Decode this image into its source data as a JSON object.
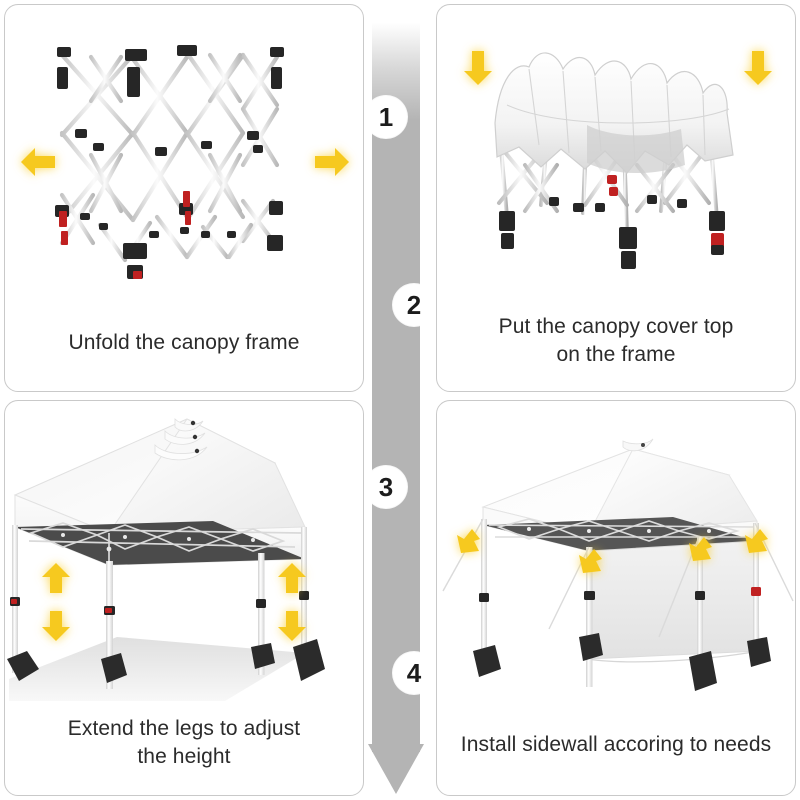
{
  "document": {
    "type": "instructional-setup-diagram",
    "title": "Pop-up canopy assembly steps",
    "background_color": "#ffffff",
    "accent_color": "#f5c518",
    "flow_color": "#b4b4b4",
    "card_border_color": "#c9c9c9",
    "caption_color": "#2b2b2b"
  },
  "flow": {
    "name": "step-progress-arrow",
    "direction": "downward",
    "steps": [
      {
        "number": "1",
        "side": "left"
      },
      {
        "number": "2",
        "side": "right"
      },
      {
        "number": "3",
        "side": "left"
      },
      {
        "number": "4",
        "side": "right"
      }
    ]
  },
  "steps": [
    {
      "id": "step-1",
      "number": "1",
      "caption": "Unfold the canopy frame",
      "illustration": "collapsed-scissor-frame-front-view",
      "arrows": [
        {
          "name": "arrow-left",
          "direction": "left"
        },
        {
          "name": "arrow-right",
          "direction": "right"
        }
      ]
    },
    {
      "id": "step-2",
      "number": "2",
      "caption_line_1": "Put the canopy cover top",
      "caption_line_2": "on the frame",
      "caption": "Put the canopy cover top on the frame",
      "illustration": "frame-with-loose-canopy-cover-draped",
      "arrows": [
        {
          "name": "arrow-down-left",
          "direction": "down"
        },
        {
          "name": "arrow-down-right",
          "direction": "down"
        }
      ]
    },
    {
      "id": "step-3",
      "number": "3",
      "caption_line_1": "Extend the legs to adjust",
      "caption_line_2": "the height",
      "caption": "Extend the legs to adjust the height",
      "illustration": "erected-canopy-with-adjustable-legs",
      "arrows": [
        {
          "name": "arrow-up-left",
          "direction": "up"
        },
        {
          "name": "arrow-down-left",
          "direction": "down"
        },
        {
          "name": "arrow-up-right",
          "direction": "up"
        },
        {
          "name": "arrow-down-right",
          "direction": "down"
        }
      ]
    },
    {
      "id": "step-4",
      "number": "4",
      "caption": "Install sidewall accoring to needs",
      "illustration": "canopy-with-sidewall-and-guy-lines",
      "arrows": [
        {
          "name": "arrow-guyline-far-left",
          "direction": "down-left"
        },
        {
          "name": "arrow-guyline-center-left",
          "direction": "down-left"
        },
        {
          "name": "arrow-guyline-center-right",
          "direction": "down-left"
        },
        {
          "name": "arrow-guyline-far-right",
          "direction": "down-left"
        }
      ]
    }
  ]
}
